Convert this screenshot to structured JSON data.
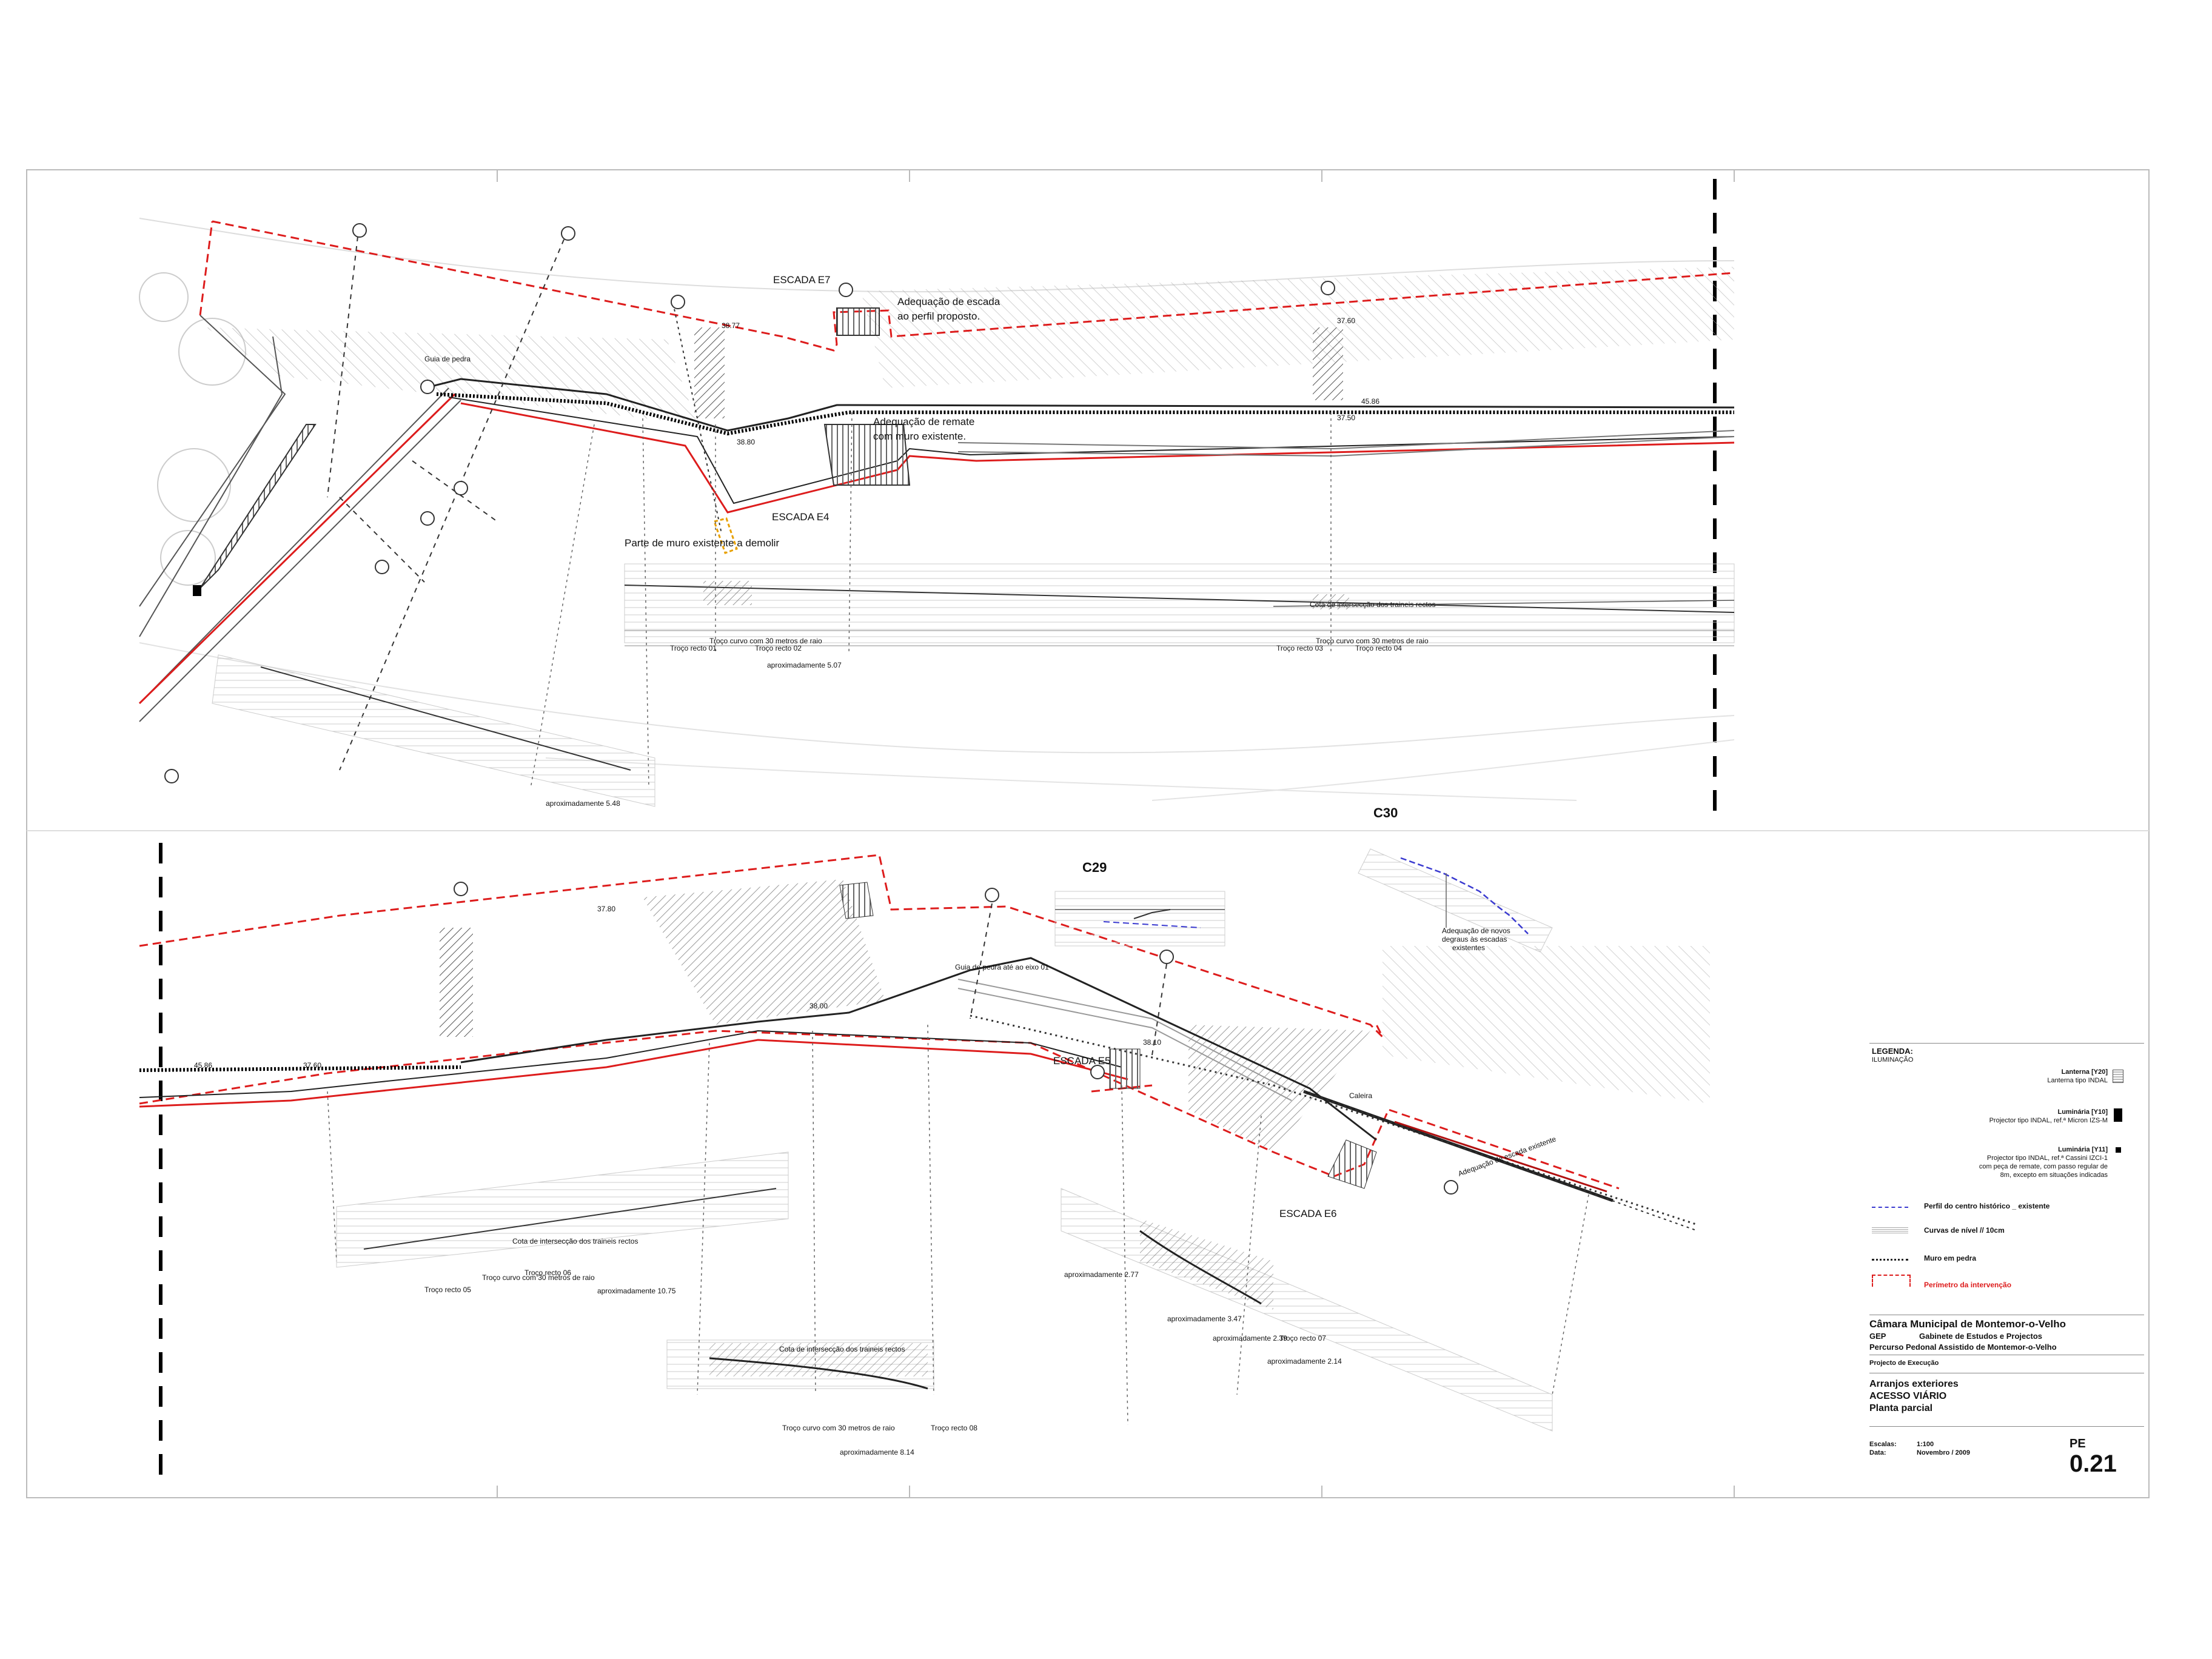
{
  "colors": {
    "perimeter": "#dd1c1c",
    "profile": "#3a3ad0",
    "line": "#333333",
    "light": "#bbbbbb",
    "highlight": "#e8a000"
  },
  "plan": {
    "top": {
      "escada_e7": "ESCADA E7",
      "adequacao_escada_1": "Adequação de escada",
      "adequacao_escada_2": "ao perfil proposto.",
      "adequacao_remate_1": "Adequação de remate",
      "adequacao_remate_2": "com muro existente.",
      "escada_e4": "ESCADA E4",
      "parte_muro": "Parte de muro existente a demolir",
      "aproximadamente_1": "aproximadamente 5.07",
      "aproximadamente_2": "aproximadamente 5.48",
      "level_1": "38.77",
      "level_2": "37.60",
      "level_3": "37.50",
      "level_4": "45.86",
      "level_5": "38.80",
      "guia": "Guia de pedra",
      "troco_recto_1": "Troço recto 01",
      "troco_recto_2": "Troço recto 02",
      "troco_curvo": "Troço curvo com 30 metros de raio",
      "troco_recto_3": "Troço recto 03",
      "troco_recto_4": "Troço recto 04",
      "troco_curvo_2": "Troço curvo com 30 metros de raio",
      "cota_1": "Cota de intersecção dos traineis rectos"
    },
    "bottom": {
      "c29": "C29",
      "c30": "C30",
      "escada_e5": "ESCADA E5",
      "escada_e6": "ESCADA E6",
      "adequacao_novos_1": "Adequação de novos",
      "adequacao_novos_2": "degraus às escadas",
      "adequacao_novos_3": "existentes",
      "aprox_1": "aproximadamente 10.75",
      "aprox_2": "aproximadamente 2.77",
      "aprox_3": "aproximadamente 3.47",
      "aprox_4": "aproximadamente 2.39",
      "aprox_5": "aproximadamente 2.14",
      "aprox_6": "aproximadamente 8.14",
      "level_1": "37.60",
      "level_2": "37.80",
      "level_3": "38.00",
      "level_4": "38.10",
      "level_5": "45.86",
      "guia": "Guia de pedra até ao eixo 01",
      "caleira": "Caleira",
      "cota_1": "Cota de intersecção dos traineis rectos",
      "cota_2": "Cota de intersecção dos traineis rectos",
      "troco_recto_5": "Troço recto 05",
      "troco_recto_6": "Troço recto 06",
      "troco_curvo": "Troço curvo com 30 metros de raio",
      "troco_recto_7": "Troço recto 07",
      "troco_recto_8": "Troço recto 08",
      "troco_curvo_2": "Troço curvo com 30 metros de raio",
      "escada_e8": "Adequação de escada existente"
    }
  },
  "legend": {
    "title": "LEGENDA:",
    "subtitle": "ILUMINAÇÃO",
    "item1_title": "Lanterna [Y20]",
    "item1_desc": "Lanterna tipo INDAL",
    "item2_title": "Luminária [Y10]",
    "item2_desc": "Projector tipo INDAL, ref.ª Micron IZS-M",
    "item3_title": "Luminária [Y11]",
    "item3_desc1": "Projector tipo INDAL, ref.ª Cassini IZCI-1",
    "item3_desc2": "com peça de remate, com passo regular de",
    "item3_desc3": "8m, excepto em situações indicadas",
    "perfil": "Perfil do centro histórico _ existente",
    "curvas": "Curvas de nível // 10cm",
    "muro": "Muro em pedra",
    "perimetro": "Perímetro da intervenção"
  },
  "title_block": {
    "camara": "Câmara Municipal de Montemor-o-Velho",
    "gep": "GEP",
    "gabinete": "Gabinete de Estudos e Projectos",
    "percurso": "Percurso Pedonal Assistido de Montemor-o-Velho",
    "fase": "Projecto de Execução",
    "arranjos": "Arranjos exteriores",
    "acesso": "ACESSO VIÁRIO",
    "planta": "Planta parcial",
    "escalas_label": "Escalas:",
    "escalas_value": "1:100",
    "data_label": "Data:",
    "data_value": "Novembro / 2009",
    "sheet_prefix": "PE",
    "sheet_number": "0.21"
  }
}
